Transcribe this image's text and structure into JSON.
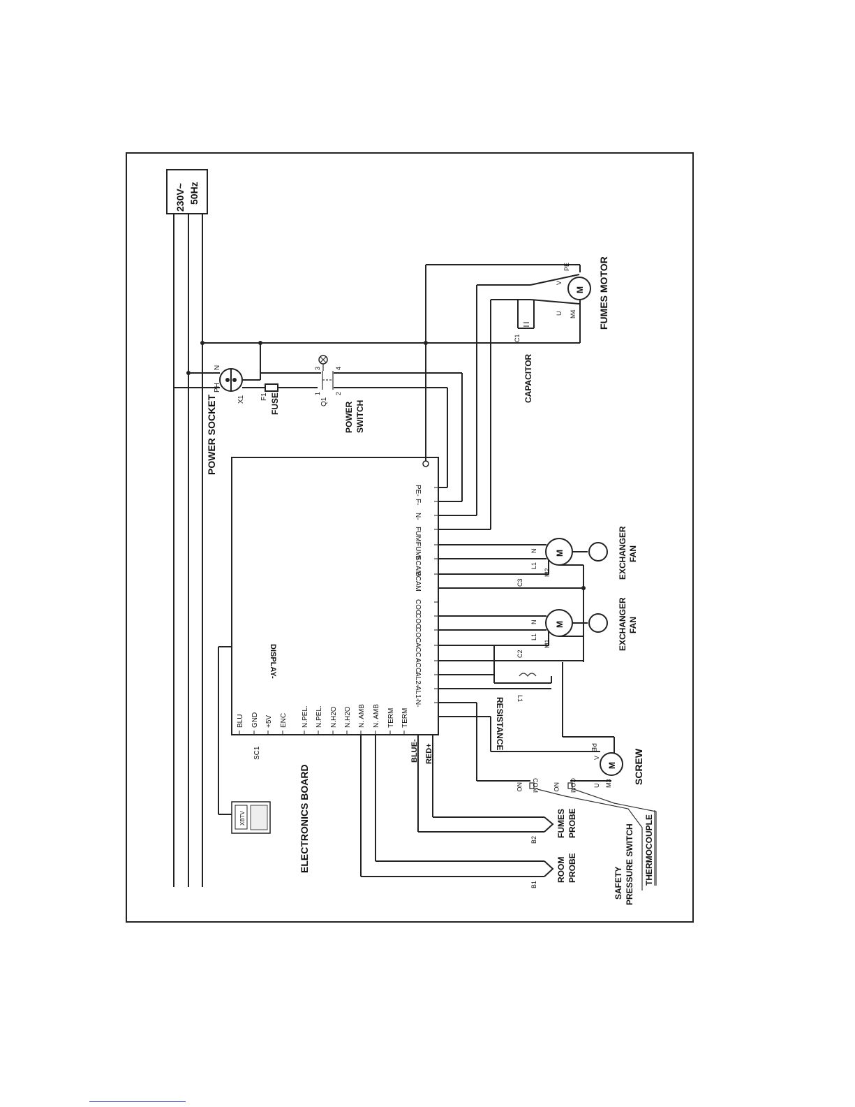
{
  "supply": {
    "voltage": "230V~",
    "frequency": "50Hz"
  },
  "board": {
    "title": "ELECTRONICS BOARD",
    "ref": "SC1",
    "display_label": "DISPLAY-",
    "terminals_left": [
      "BLU",
      "GND",
      "+5V",
      "ENC",
      "N.PEL.",
      "N.PEL.",
      "N.H2O",
      "N.H2O",
      "N. AMB",
      "N. AMB",
      "TERM",
      "TERM"
    ],
    "terminals_bottom": [
      "N-",
      "AL1-",
      "AL2-",
      "ACC.",
      "ACC.-",
      "COC",
      "COC",
      "COC",
      "SCAM",
      "SCAM",
      "FUMI",
      "FUMI",
      "N-",
      "F-",
      "PE-"
    ],
    "probe_leads": [
      "BLUE-",
      "RED+"
    ]
  },
  "power": {
    "socket_label": "POWER SOCKET",
    "socket_ref": "X1",
    "pin_ph": "PH",
    "pin_n": "N",
    "fuse_label": "FUSE",
    "fuse_ref": "F1",
    "switch_label_1": "POWER",
    "switch_label_2": "SWITCH",
    "switch_ref": "Q1",
    "pins": [
      "1",
      "2",
      "3",
      "4"
    ]
  },
  "components": {
    "fumes_motor": {
      "label": "FUMES MOTOR",
      "ref": "M4",
      "u": "U",
      "v": "V",
      "pe": "PE"
    },
    "capacitor": {
      "label": "CAPACITOR",
      "ref": "C1"
    },
    "exchanger_fan_1": {
      "line1": "EXCHANGER",
      "line2": "FAN",
      "ref": "M2",
      "cap": "C3",
      "n": "N",
      "l": "L1"
    },
    "exchanger_fan_2": {
      "line1": "EXCHANGER",
      "line2": "FAN",
      "ref": "M1",
      "cap": "C2",
      "n": "N",
      "l": "L1"
    },
    "resistance": {
      "label": "RESISTANCE",
      "ref": "L1"
    },
    "screw": {
      "label": "SCREW",
      "ref": "M3",
      "u": "U",
      "v": "V",
      "pe": "PE"
    },
    "switches": {
      "no": "NO",
      "com": "COM"
    },
    "fumes_probe": {
      "line1": "FUMES",
      "line2": "PROBE",
      "ref": "B2"
    },
    "room_probe": {
      "line1": "ROOM",
      "line2": "PROBE",
      "ref": "B1"
    },
    "safety_switch": {
      "line1": "SAFETY",
      "line2": "PRESSURE SWITCH"
    },
    "thermocouple": {
      "label": "THERMOCOUPLE"
    },
    "display_unit": {
      "brand": "XBTV"
    },
    "motor_symbol": "M"
  }
}
